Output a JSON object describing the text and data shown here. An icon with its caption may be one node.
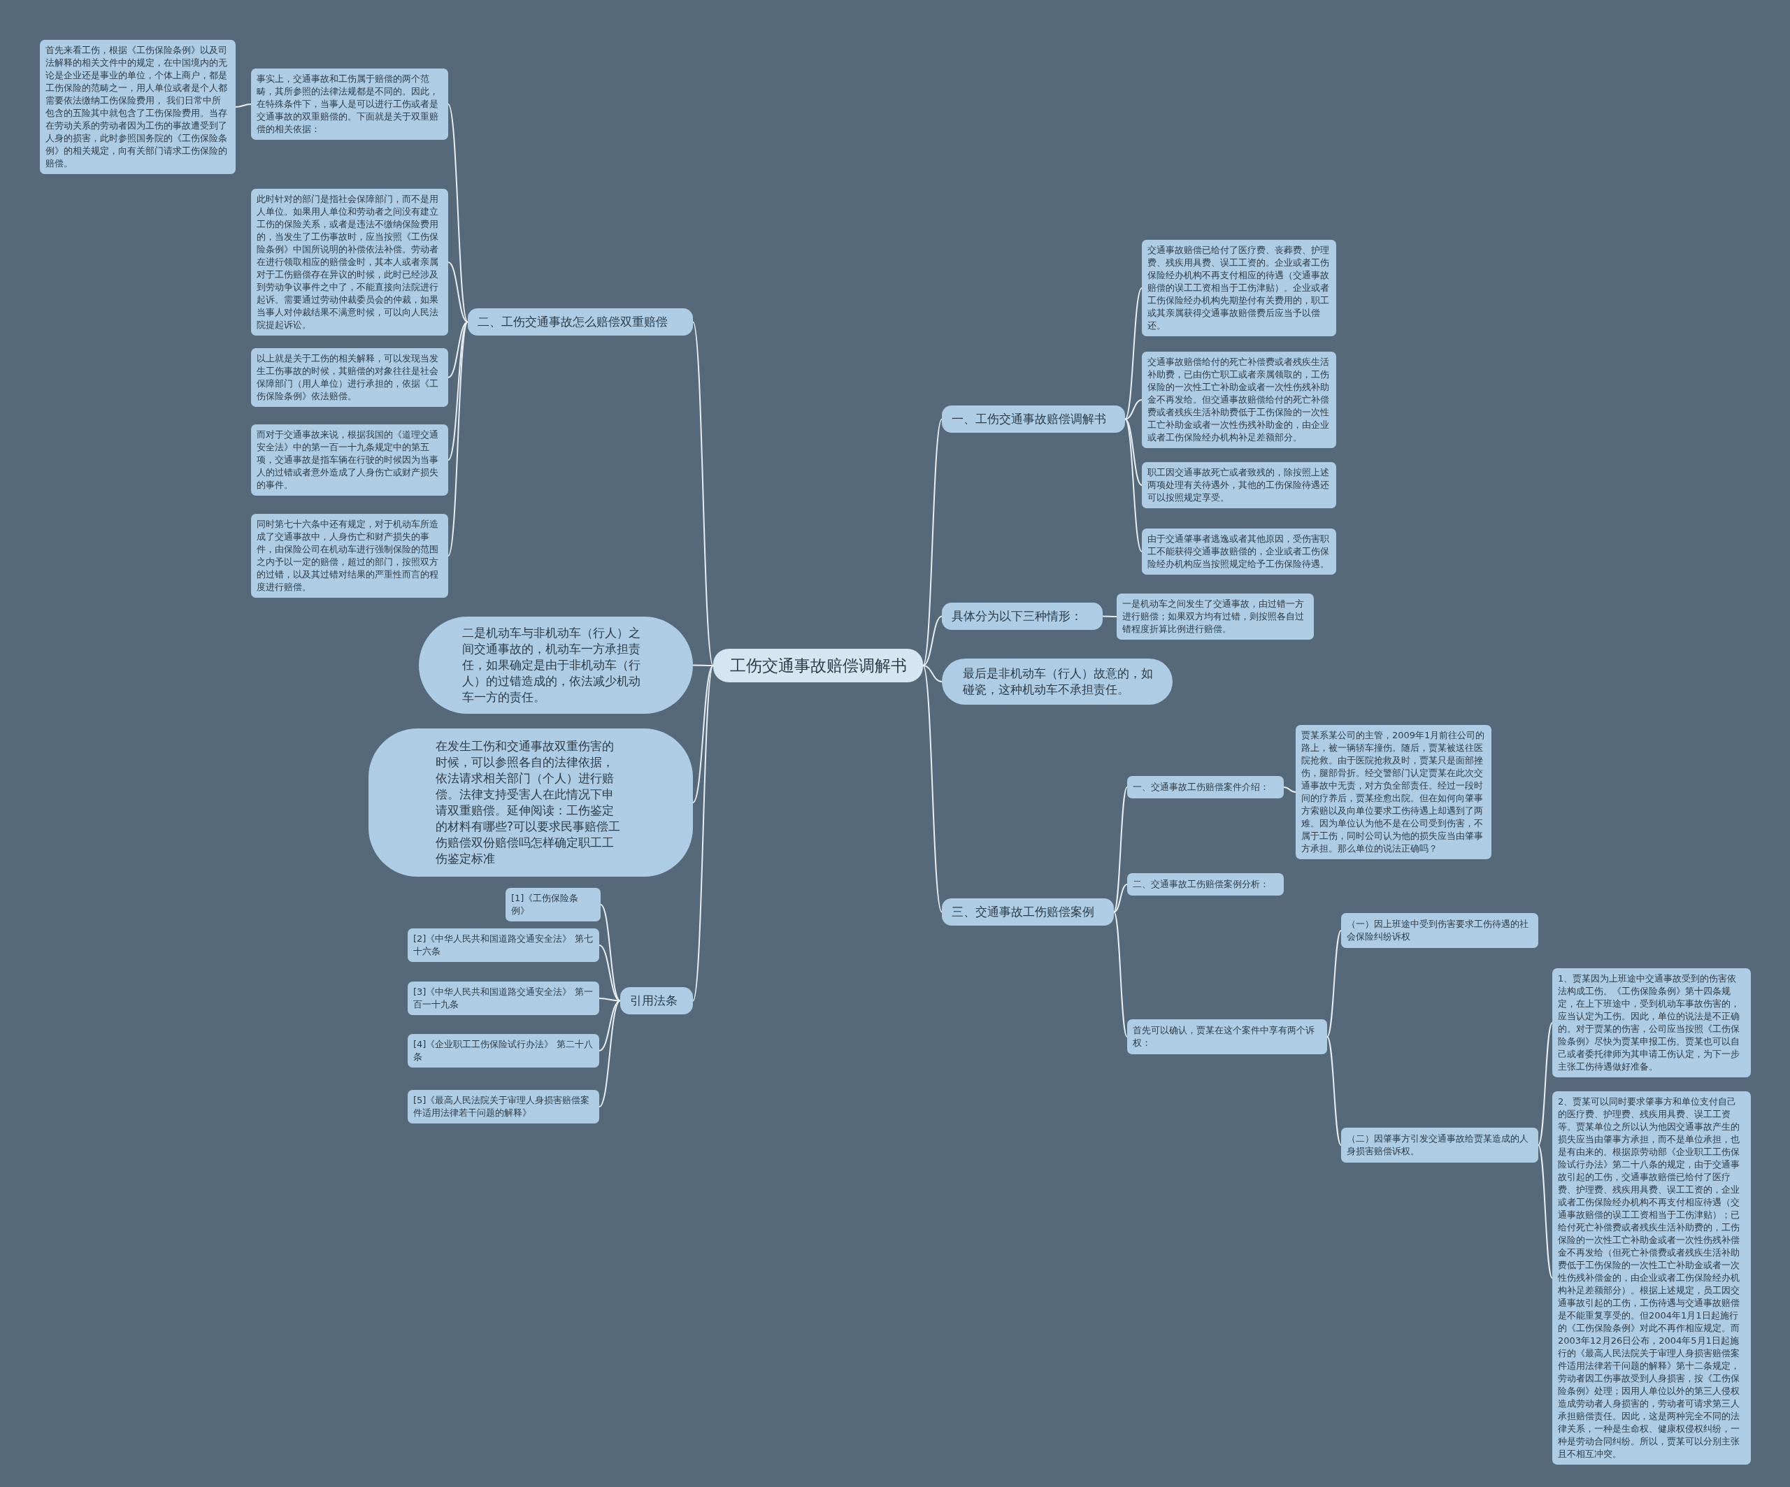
{
  "diagram": {
    "nodes": [
      {
        "text": [
          "工伤交通事故赔偿调解书"
        ]
      },
      {
        "text": [
          "一、工伤交通事故赔偿调解书"
        ]
      },
      {
        "text": [
          "交通事故赔偿已给付了医疗费、丧葬费、护理费、残疾用具费、误工工资的。企业或者工伤保险经办机构不再支付相应的待遇（交通事故赔偿的误工工资相当于工伤津贴）。企业或者工伤保险经办机构先期垫付有关费用的，职工或其亲属获得交通事故赔偿费后应当予以偿还。"
        ]
      },
      {
        "text": [
          "交通事故赔偿给付的死亡补偿费或者残疾生活补助费，已由伤亡职工或者亲属领取的，工伤保险的一次性工亡补助金或者一次性伤残补助金不再发给。但交通事故赔偿给付的死亡补偿费或者残疾生活补助费低于工伤保险的一次性工亡补助金或者一次性伤残补助金的，由企业或者工伤保险经办机构补足差额部分。"
        ]
      },
      {
        "text": [
          "职工因交通事故死亡或者致残的，除按照上述两项处理有关待遇外，其他的工伤保险待遇还可以按照规定享受。"
        ]
      },
      {
        "text": [
          "由于交通肇事者逃逸或者其他原因，受伤害职工不能获得交通事故赔偿的，企业或者工伤保险经办机构应当按照规定给予工伤保险待遇。"
        ]
      },
      {
        "text": [
          "具体分为以下三种情形："
        ]
      },
      {
        "text": [
          "一是机动车之间发生了交通事故，由过错一方进行赔偿；如果双方均有过错，则按照各自过错程度折算比例进行赔偿。"
        ]
      },
      {
        "text": [
          "最后是非机动车（行人）故意的，如碰瓷，这种机动车不承担责任。"
        ]
      },
      {
        "text": [
          "三、交通事故工伤赔偿案例"
        ]
      },
      {
        "text": [
          "一、交通事故工伤赔偿案件介绍："
        ]
      },
      {
        "text": [
          "贾某系某公司的主管，2009年1月前往公司的路上，被一辆轿车撞伤。随后，贾某被送往医院抢救。由于医院抢救及时，贾某只是面部挫伤，腿部骨折。经交警部门认定贾某在此次交通事故中无责，对方负全部责任。经过一段时间的疗养后，贾某痊愈出院。但在如何向肇事方索赔以及向单位要求工伤待遇上却遇到了两难。因为单位认为他不是在公司受到伤害，不属于工伤，同时公司认为他的损失应当由肇事方承担。那么单位的说法正确吗？"
        ]
      },
      {
        "text": [
          "二、交通事故工伤赔偿案例分析："
        ]
      },
      {
        "text": [
          "首先可以确认，贾某在这个案件中享有两个诉权："
        ]
      },
      {
        "text": [
          "（一）因上班途中受到伤害要求工伤待遇的社会保险纠纷诉权"
        ]
      },
      {
        "text": [
          "（二）因肇事方引发交通事故给贾某造成的人身损害赔偿诉权。"
        ]
      },
      {
        "text": [
          "1、贾某因为上班途中交通事故受到的伤害依法构成工伤。《工伤保险条例》第十四条规定，在上下班途中，受到机动车事故伤害的，应当认定为工伤。因此，单位的说法是不正确的。对于贾某的伤害，公司应当按照《工伤保险条例》尽快为贾某申报工伤。贾某也可以自己或者委托律师为其申请工伤认定，为下一步主张工伤待遇做好准备。"
        ]
      },
      {
        "text": [
          "2、贾某可以同时要求肇事方和单位支付自己的医疗费、护理费、残疾用具费、误工工资等。贾某单位之所以认为他因交通事故产生的损失应当由肇事方承担，而不是单位承担，也是有由来的。根据原劳动部《企业职工工伤保险试行办法》第二十八条的规定，由于交通事故引起的工伤，交通事故赔偿已给付了医疗费、护理费、残疾用具费、误工工资的，企业或者工伤保险经办机构不再支付相应待遇（交通事故赔偿的误工工资相当于工伤津贴）；已给付死亡补偿费或者残疾生活补助费的，工伤保险的一次性工亡补助金或者一次性伤残补偿金不再发给（但死亡补偿费或者残疾生活补助费低于工伤保险的一次性工亡补助金或者一次性伤残补偿金的，由企业或者工伤保险经办机构补足差额部分）。根据上述规定，员工因交通事故引起的工伤，工伤待遇与交通事故赔偿是不能重复享受的。但2004年1月1日起施行的《工伤保险条例》对此不再作相应规定。而2003年12月26日公布，2004年5月1日起施行的《最高人民法院关于审理人身损害赔偿案件适用法律若干问题的解释》第十二条规定，劳动者因工伤事故受到人身损害，按《工伤保险条例》处理；因用人单位以外的第三人侵权造成劳动者人身损害的，劳动者可请求第三人承担赔偿责任。因此，这是两种完全不同的法律关系，一种是生命权、健康权侵权纠纷，一种是劳动合同纠纷。所以，贾某可以分别主张且不相互冲突。"
        ]
      },
      {
        "text": [
          "二、工伤交通事故怎么赔偿双重赔偿"
        ]
      },
      {
        "text": [
          "事实上，交通事故和工伤属于赔偿的两个范畴，其所参照的法律法规都是不同的。因此，在特殊条件下，当事人是可以进行工伤或者是交通事故的双重赔偿的。下面就是关于双重赔偿的相关依据："
        ]
      },
      {
        "text": [
          "首先来看工伤，根据《工伤保险条例》以及司法解释的相关文件中的规定，在中国境内的无论是企业还是事业的单位，个体上商户，都是工伤保险的范畴之一，用人单位或者是个人都需要依法缴纳工伤保险费用， 我们日常中所包含的五险其中就包含了工伤保险费用。当存在劳动关系的劳动者因为工伤的事故遭受到了人身的损害，此时参照国务院的《工伤保险条例》的相关规定，向有关部门请求工伤保险的赔偿。"
        ]
      },
      {
        "text": [
          "此时针对的部门是指社会保障部门，而不是用人单位。如果用人单位和劳动者之间没有建立工伤的保险关系，或者是违法不缴纳保险费用的，当发生了工伤事故时，应当按照《工伤保险条例》中国所说明的补偿依法补偿。劳动者在进行领取相应的赔偿金时，其本人或者亲属对于工伤赔偿存在异议的时候，此时已经涉及到劳动争议事件之中了，不能直接向法院进行起诉。需要通过劳动仲裁委员会的仲裁，如果当事人对仲裁结果不满意时候，可以向人民法院提起诉讼。"
        ]
      },
      {
        "text": [
          "以上就是关于工伤的相关解释，可以发现当发生工伤事故的时候，其赔偿的对象往往是社会保障部门（用人单位）进行承担的，依据《工伤保险条例》依法赔偿。"
        ]
      },
      {
        "text": [
          "而对于交通事故来说，根据我国的《道理交通安全法》中的第一百一十九条规定中的第五项，交通事故是指车辆在行驶的时候因为当事人的过错或者意外造成了人身伤亡或财产损失的事件。"
        ]
      },
      {
        "text": [
          "同时第七十六条中还有规定，对于机动车所造成了交通事故中，人身伤亡和财产损失的事件，由保险公司在机动车进行强制保险的范围之内予以一定的赔偿，超过的部门，按照双方的过错，以及其过错对结果的严重性而言的程度进行赔偿。"
        ]
      },
      {
        "text": [
          "二是机动车与非机动车（行人）之间交通事故的，机动车一方承担责任，如果确定是由于非机动车（行人）的过错造成的，依法减少机动车一方的责任。"
        ]
      },
      {
        "text": [
          "在发生工伤和交通事故双重伤害的时候，可以参照各自的法律依据，依法请求相关部门（个人）进行赔偿。法律支持受害人在此情况下申请双重赔偿。延伸阅读：工伤鉴定的材料有哪些?可以要求民事赔偿工伤赔偿双份赔偿吗怎样确定职工工伤鉴定标准"
        ]
      },
      {
        "text": [
          "引用法条"
        ]
      },
      {
        "text": [
          "[1]《工伤保险条例》"
        ]
      },
      {
        "text": [
          "[2]《中华人民共和国道路交通安全法》 第七十六条"
        ]
      },
      {
        "text": [
          "[3]《中华人民共和国道路交通安全法》 第一百一十九条"
        ]
      },
      {
        "text": [
          "[4]《企业职工工伤保险试行办法》 第二十八条"
        ]
      },
      {
        "text": [
          "[5]《最高人民法院关于审理人身损害赔偿案件适用法律若干问题的解释》"
        ]
      }
    ],
    "edges": [
      {
        "from": 0,
        "to": 1,
        "arrow": "none"
      },
      {
        "from": 1,
        "to": 2,
        "arrow": "none"
      },
      {
        "from": 1,
        "to": 3,
        "arrow": "none"
      },
      {
        "from": 1,
        "to": 4,
        "arrow": "none"
      },
      {
        "from": 1,
        "to": 5,
        "arrow": "none"
      },
      {
        "from": 0,
        "to": 6,
        "arrow": "none"
      },
      {
        "from": 6,
        "to": 7,
        "arrow": "none"
      },
      {
        "from": 0,
        "to": 8,
        "arrow": "none"
      },
      {
        "from": 0,
        "to": 9,
        "arrow": "none"
      },
      {
        "from": 9,
        "to": 10,
        "arrow": "none"
      },
      {
        "from": 10,
        "to": 11,
        "arrow": "none"
      },
      {
        "from": 9,
        "to": 12,
        "arrow": "none"
      },
      {
        "from": 9,
        "to": 13,
        "arrow": "none"
      },
      {
        "from": 13,
        "to": 14,
        "arrow": "none"
      },
      {
        "from": 13,
        "to": 15,
        "arrow": "none"
      },
      {
        "from": 15,
        "to": 16,
        "arrow": "none"
      },
      {
        "from": 15,
        "to": 17,
        "arrow": "none"
      },
      {
        "from": 0,
        "to": 18,
        "arrow": "none"
      },
      {
        "from": 18,
        "to": 19,
        "arrow": "none"
      },
      {
        "from": 19,
        "to": 20,
        "arrow": "none"
      },
      {
        "from": 18,
        "to": 21,
        "arrow": "none"
      },
      {
        "from": 18,
        "to": 22,
        "arrow": "none"
      },
      {
        "from": 18,
        "to": 23,
        "arrow": "none"
      },
      {
        "from": 18,
        "to": 24,
        "arrow": "none"
      },
      {
        "from": 0,
        "to": 25,
        "arrow": "none"
      },
      {
        "from": 0,
        "to": 26,
        "arrow": "none"
      },
      {
        "from": 0,
        "to": 27,
        "arrow": "none"
      },
      {
        "from": 27,
        "to": 28,
        "arrow": "none"
      },
      {
        "from": 27,
        "to": 29,
        "arrow": "none"
      },
      {
        "from": 27,
        "to": 30,
        "arrow": "none"
      },
      {
        "from": 27,
        "to": 31,
        "arrow": "none"
      },
      {
        "from": 27,
        "to": 32,
        "arrow": "none"
      }
    ]
  }
}
